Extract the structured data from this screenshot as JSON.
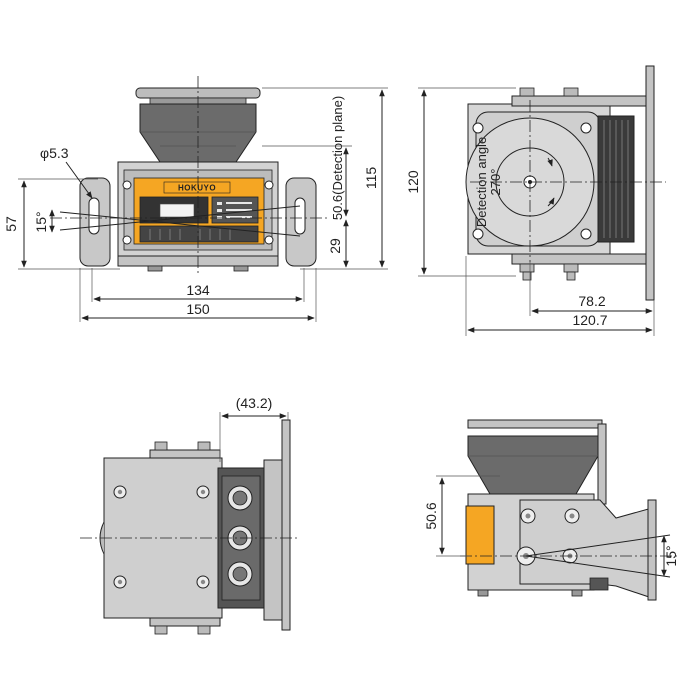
{
  "drawing": {
    "front_view": {
      "brand_label": "HOKUYO",
      "dims": {
        "hole_dia": "φ5.3",
        "tilt_angle": "15°",
        "height_57": "57",
        "width_134": "134",
        "width_150": "150",
        "detection_plane": "50.6(Detection plane)",
        "height_29": "29",
        "height_115": "115"
      }
    },
    "side_view": {
      "dims": {
        "height_120": "120",
        "detection_angle_label": "Detection angle",
        "detection_angle_value": "270°",
        "depth_78_2": "78.2",
        "depth_120_7": "120.7"
      }
    },
    "rear_view": {
      "dims": {
        "offset_43_2": "(43.2)"
      }
    },
    "tilted_view": {
      "dims": {
        "height_50_6": "50.6",
        "tilt_angle": "15°"
      }
    },
    "colors": {
      "line": "#222222",
      "body_dark": "#6b6b6b",
      "housing_grey": "#d2d2d2",
      "bracket_grey": "#c4c4c4",
      "accent_yellow": "#f5a623"
    }
  }
}
